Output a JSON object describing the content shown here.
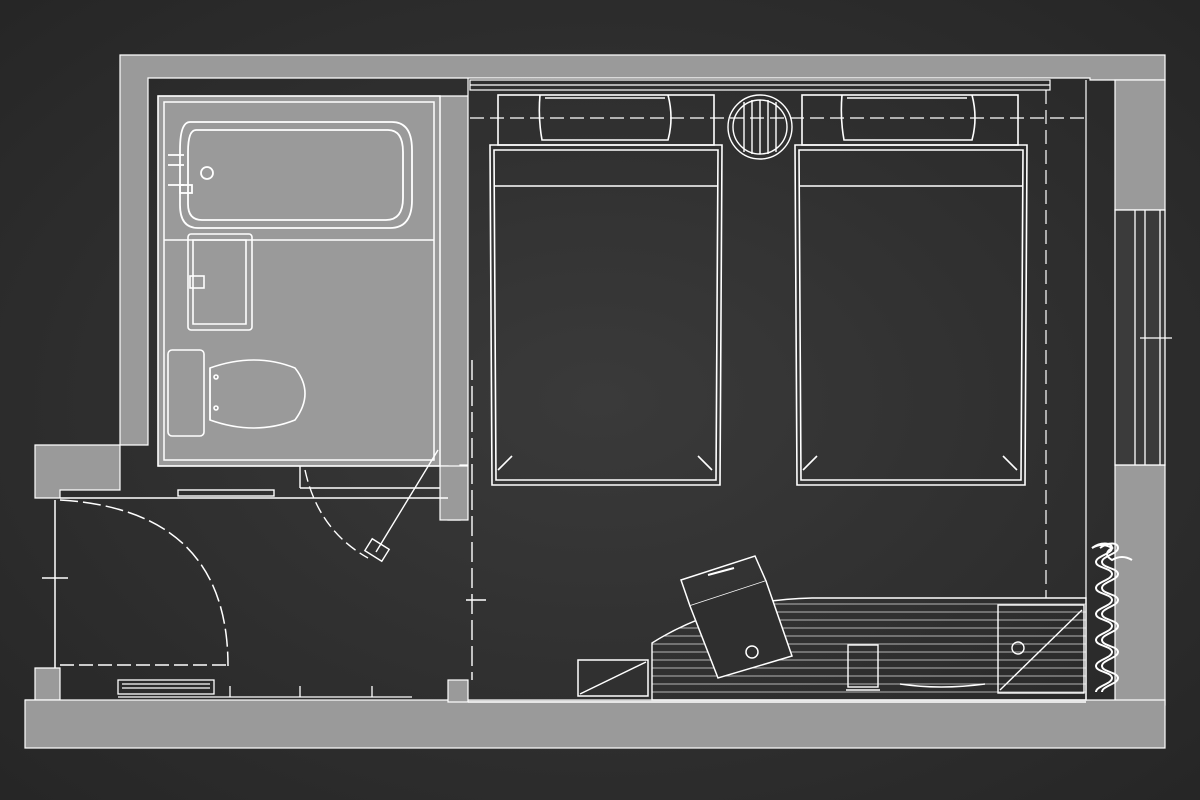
{
  "diagram": {
    "kind": "floor-plan",
    "style": "white line drawing on dark chalkboard background with grey walls",
    "colors": {
      "background": "#2f2f2f",
      "background_texture": "#3a3a3a",
      "wall": "#9a9a9a",
      "line": "#ffffff"
    },
    "rooms": [
      "bathroom",
      "entry",
      "bedroom"
    ],
    "fixtures": [
      "bathtub-icon",
      "sink-icon",
      "toilet-icon",
      "bed-icon",
      "bed-icon",
      "round-nightstand-icon",
      "desk-icon",
      "chair-icon",
      "radiator-icon",
      "window-icon",
      "entry-door-icon",
      "bathroom-door-icon",
      "shoe-rack-icon"
    ]
  }
}
